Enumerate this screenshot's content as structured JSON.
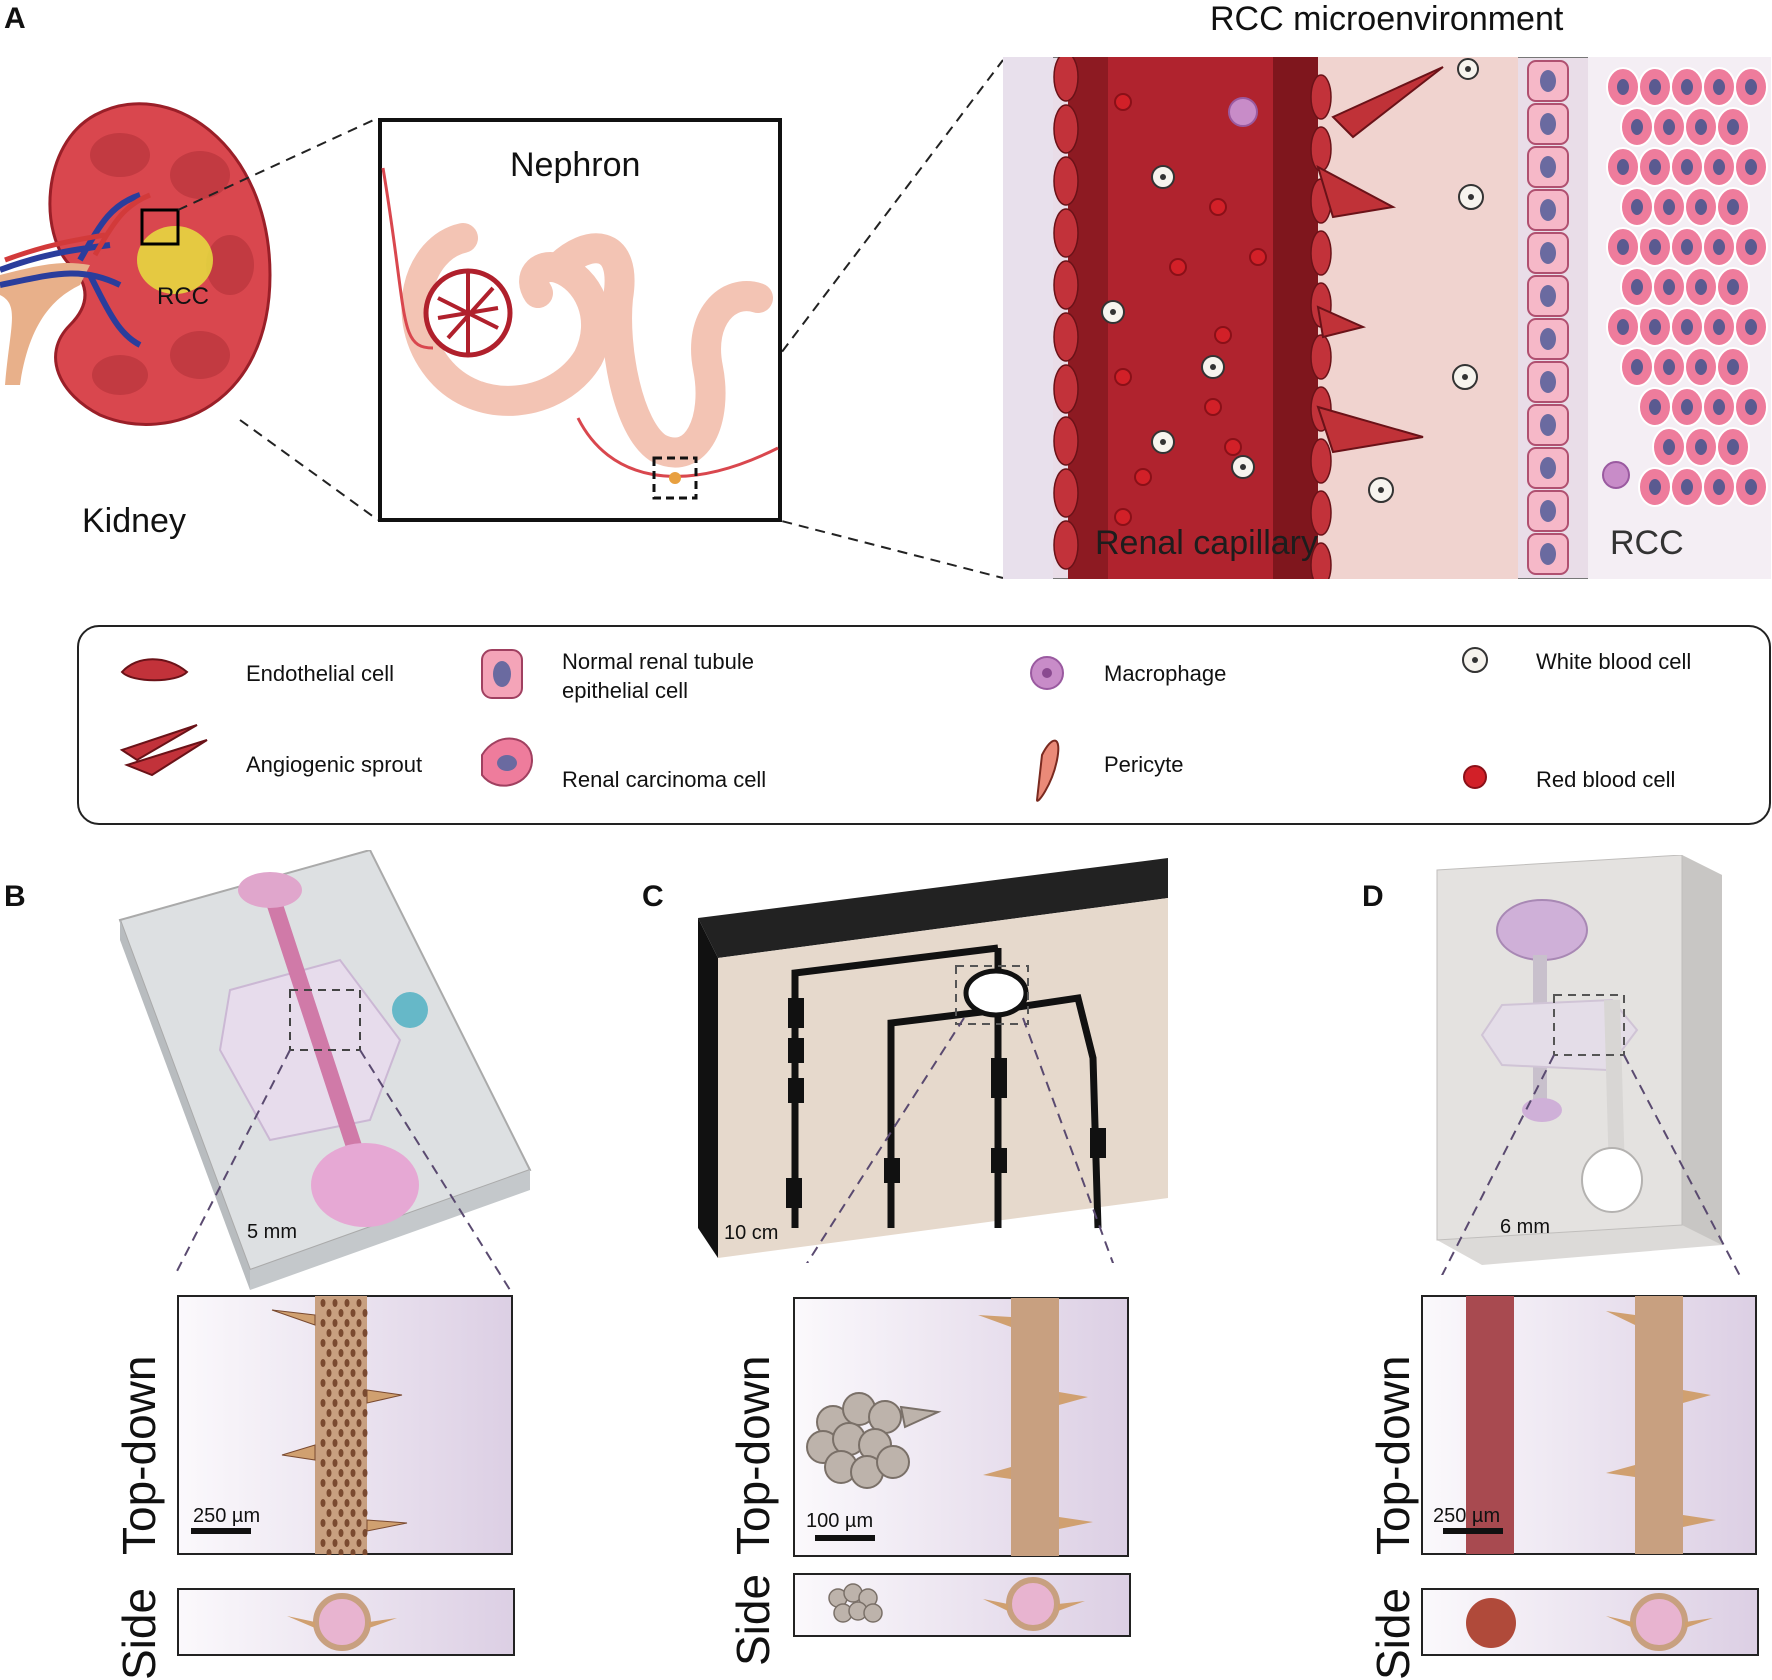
{
  "panels": {
    "a": "A",
    "b": "B",
    "c": "C",
    "d": "D"
  },
  "panel_a": {
    "kidney_label": "Kidney",
    "rcc_label": "RCC",
    "nephron_label": "Nephron",
    "microenv_title": "RCC microenvironment",
    "capillary_label": "Renal capillary",
    "rcc_region_label": "RCC"
  },
  "legend": {
    "endothelial": "Endothelial cell",
    "sprout": "Angiogenic sprout",
    "tubule_line1": "Normal renal tubule",
    "tubule_line2": "epithelial cell",
    "carcinoma": "Renal carcinoma cell",
    "macrophage": "Macrophage",
    "pericyte": "Pericyte",
    "wbc": "White blood cell",
    "rbc": "Red blood cell"
  },
  "panel_b": {
    "scale_device": "5 mm",
    "top_label": "Top-down",
    "side_label": "Side",
    "scale_bar": "250 µm"
  },
  "panel_c": {
    "scale_device": "10 cm",
    "top_label": "Top-down",
    "side_label": "Side",
    "scale_bar": "100 µm"
  },
  "panel_d": {
    "scale_device": "6 mm",
    "top_label": "Top-down",
    "side_label": "Side",
    "scale_bar": "250 µm"
  },
  "colors": {
    "capillary": "#a8202a",
    "tumor": "#e890a8",
    "lavender": "#d8c8e0",
    "tan": "#e6d9cc"
  }
}
